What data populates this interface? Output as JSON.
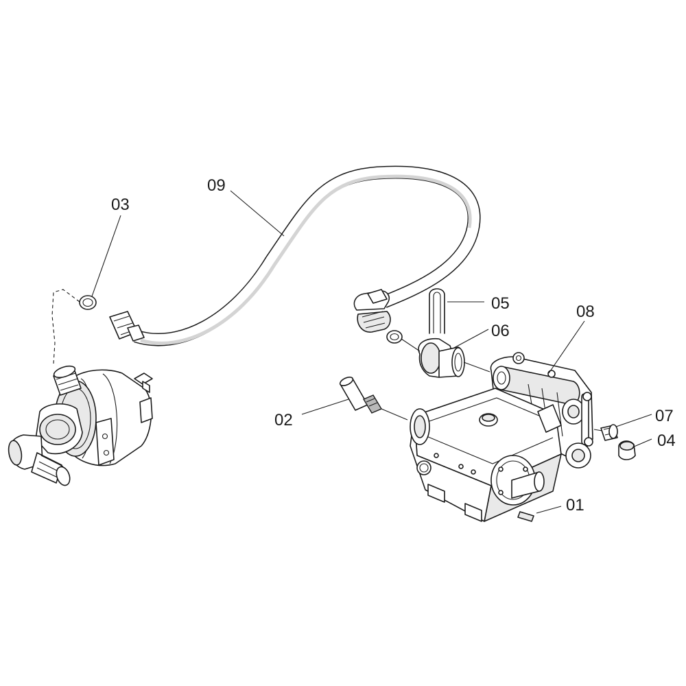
{
  "callouts": {
    "c01": "01",
    "c02": "02",
    "c03": "03",
    "c04": "04",
    "c05": "05",
    "c06": "06",
    "c07": "07",
    "c08": "08",
    "c09": "09"
  },
  "colors": {
    "line": "#1a1a1a",
    "fill": "#ffffff",
    "shade": "#e9e9e9"
  }
}
